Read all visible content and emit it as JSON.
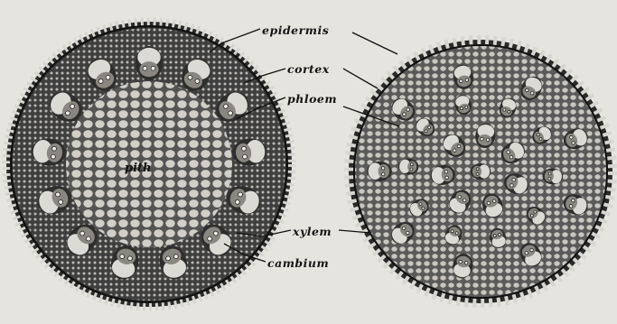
{
  "labels": {
    "epidermis": "epidermis",
    "cortex": "cortex",
    "phloem": "phloem",
    "pith": "pith",
    "xylem": "xylem",
    "cambium": "cambium"
  },
  "colors": {
    "paper": "#e6e4df",
    "ink": "#1a1a1a",
    "tissue_dark": "#4a4a4a",
    "bundle_light": "#d8d6d0"
  },
  "sections": [
    {
      "name": "dicot-stem-section",
      "bundle_arrangement": "ring",
      "bundle_count": 13
    },
    {
      "name": "monocot-stem-section",
      "bundle_arrangement": "scattered",
      "bundle_count": 27
    }
  ]
}
